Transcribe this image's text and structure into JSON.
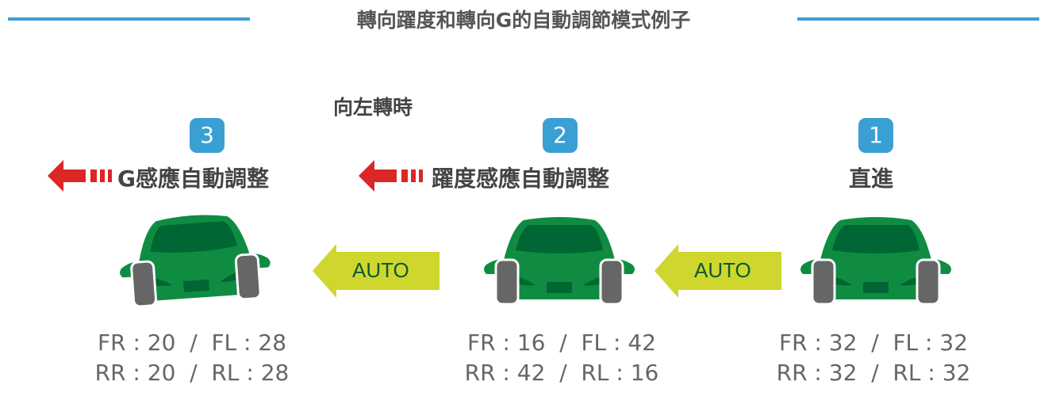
{
  "title": "轉向躍度和轉向G的自動調節模式例子",
  "subtitle": "向左轉時",
  "steps": [
    {
      "number": "3",
      "label": "G感應自動調整",
      "line1": "FR : 20  /  FL : 28",
      "line2": "RR : 20  /  RL : 28"
    },
    {
      "number": "2",
      "label": "躍度感應自動調整",
      "line1": "FR : 16  /  FL : 42",
      "line2": "RR : 42  /  RL : 16"
    },
    {
      "number": "1",
      "label": "直進",
      "line1": "FR : 32  /  FL : 32",
      "line2": "RR : 32  /  RL : 32"
    }
  ],
  "auto_label": "AUTO",
  "colors": {
    "accent": "#39a0d4",
    "car": "#0f8c42",
    "car_dark": "#006633",
    "auto": "#cfd62e",
    "red": "#dd2626"
  }
}
